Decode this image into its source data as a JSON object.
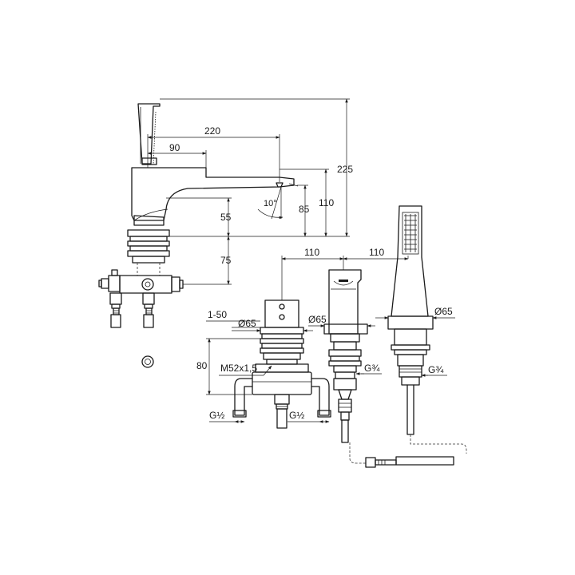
{
  "dimensions": {
    "d220": "220",
    "d90": "90",
    "d225": "225",
    "d110_height": "110",
    "d85": "85",
    "angle": "10°",
    "d55": "55",
    "d75": "75",
    "d110_a": "110",
    "d110_b": "110",
    "range": "1-50",
    "dia_valve": "Ø65",
    "dia_mid": "Ø65",
    "dia_shower": "Ø65",
    "d80": "80",
    "thread_m52": "M52x1,5",
    "thread_g34_a": "G¾",
    "thread_g34_b": "G¾",
    "thread_g12_a": "G½",
    "thread_g12_b": "G½"
  }
}
